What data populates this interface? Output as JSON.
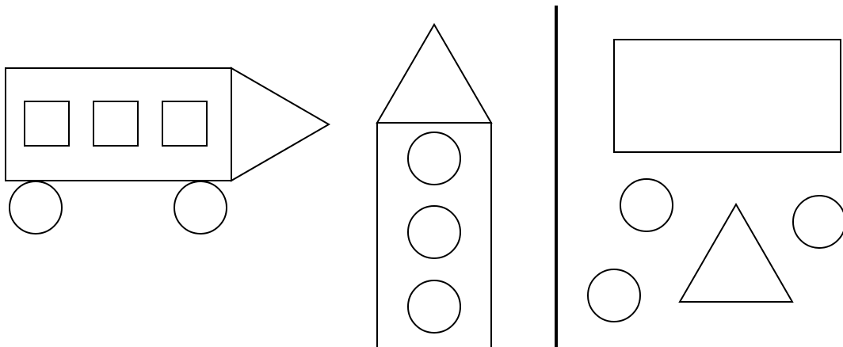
{
  "figure": {
    "type": "shape-composition-worksheet",
    "colors": {
      "background": "#ffffff",
      "stroke": "#000000"
    },
    "left_panel": {
      "composed_figures": [
        {
          "name": "train-car",
          "shapes": [
            "rectangle",
            "square",
            "square",
            "square",
            "triangle",
            "circle",
            "circle"
          ]
        },
        {
          "name": "rocket",
          "shapes": [
            "triangle",
            "rectangle",
            "circle",
            "circle",
            "circle"
          ]
        }
      ]
    },
    "right_panel": {
      "loose_shapes": [
        "rectangle",
        "circle",
        "triangle",
        "circle",
        "circle"
      ]
    }
  }
}
